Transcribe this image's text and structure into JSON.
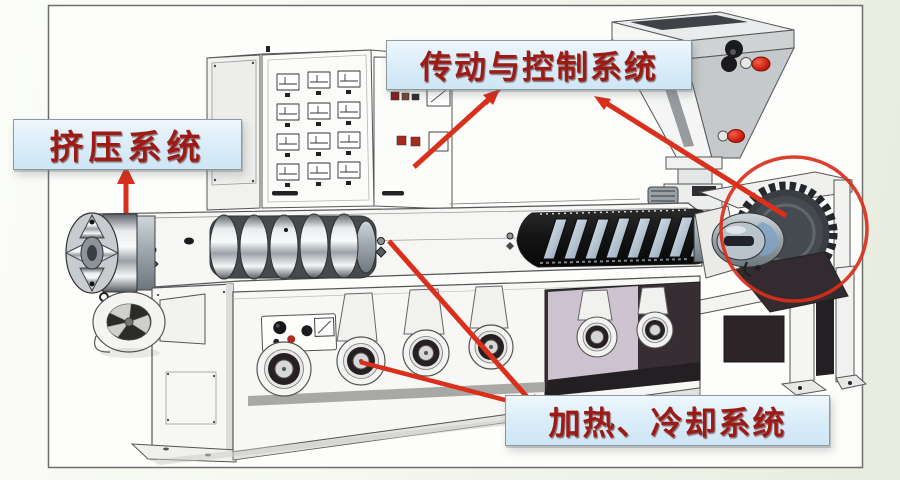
{
  "labels": {
    "extrusion_system": "挤压系统",
    "drive_control_system": "传动与控制系统",
    "heating_cooling_system": "加热、冷却系统"
  },
  "colors": {
    "annotation_red": "#d92f1b",
    "label_text": "#9c1b15",
    "label_background": "#d9ecf8",
    "label_border": "#8e989f",
    "canvas_background": "#fdfdfb",
    "outer_background": "#e9eee1"
  }
}
